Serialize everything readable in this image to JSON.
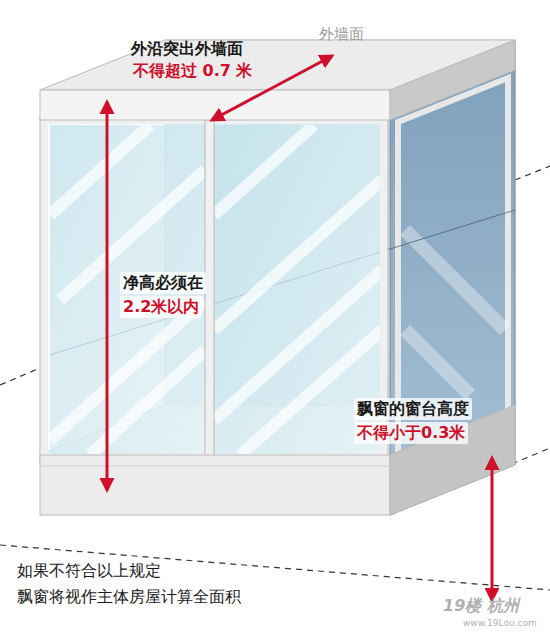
{
  "diagram": {
    "labels": [
      "外沿突出外墙面",
      "不得超过 0.7 米",
      "外墙面",
      "净高必须在",
      "2.2米以内",
      "飘窗的窗台高度",
      "不得小于0.3米",
      "如果不符合以上规定",
      "飘窗将视作主体房屋计算全面积",
      "19楼 杭州",
      "www.19Lou.com"
    ]
  }
}
